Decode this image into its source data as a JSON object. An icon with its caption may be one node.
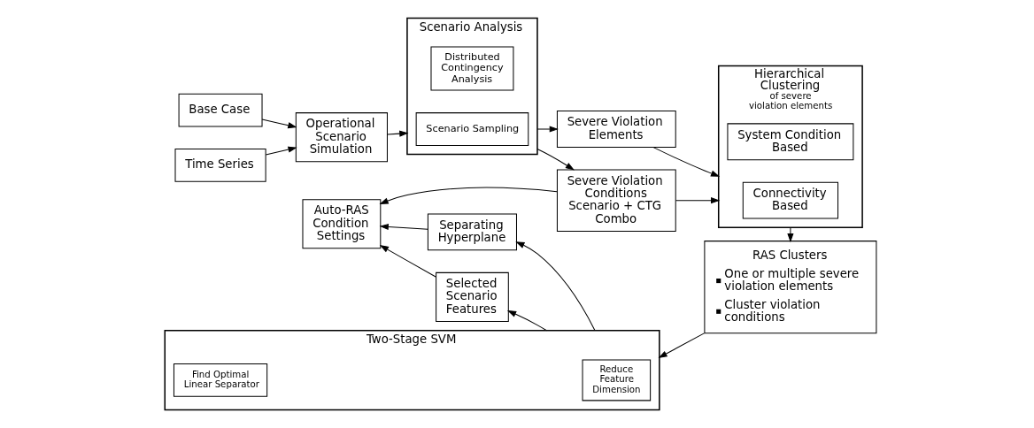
{
  "diagram": {
    "nodes": [
      {
        "text": [
          "Base Case"
        ]
      },
      {
        "text": [
          "Time Series"
        ]
      },
      {
        "text": [
          "Operational Scenario Simulation"
        ]
      },
      {
        "text": [
          "Scenario Analysis"
        ]
      },
      {
        "text": [
          "Scenario Sampling"
        ],
        "in": 3
      },
      {
        "text": [
          "Distributed Contingency Analysis"
        ],
        "in": 3
      },
      {
        "text": [
          "Severe Violation Elements"
        ]
      },
      {
        "text": [
          "Severe Violation Conditions",
          "Scenario + CTG Combo"
        ]
      },
      {
        "text": [
          "Hierarchical Clustering",
          "of severe violation elements"
        ]
      },
      {
        "text": [
          "Connectivity  Based"
        ],
        "in": 8
      },
      {
        "text": [
          "System Condition Based"
        ],
        "in": 8
      },
      {
        "text": [
          "RAS Clusters",
          "One or multiple severe violation elements",
          "Cluster violation conditions"
        ]
      },
      {
        "text": [
          "Two-Stage SVM"
        ]
      },
      {
        "text": [
          "Reduce Feature Dimension"
        ],
        "in": 12
      },
      {
        "text": [
          "Find Optimal Linear Separator"
        ],
        "in": 12
      },
      {
        "text": [
          "Separating Hyperplane"
        ]
      },
      {
        "text": [
          "Selected Scenario Features"
        ]
      },
      {
        "text": [
          "Auto-RAS Condition Settings"
        ]
      }
    ],
    "edges": [
      {
        "from": 0,
        "to": 2,
        "arrow": "to"
      },
      {
        "from": 1,
        "to": 2,
        "arrow": "to"
      },
      {
        "from": 2,
        "to": 3,
        "arrow": "to"
      },
      {
        "from": 3,
        "to": 6,
        "arrow": "to"
      },
      {
        "from": 3,
        "to": 7,
        "arrow": "to"
      },
      {
        "from": 6,
        "to": 8,
        "arrow": "to"
      },
      {
        "from": 7,
        "to": 8,
        "arrow": "to"
      },
      {
        "from": 7,
        "to": 17,
        "arrow": "to"
      },
      {
        "from": 8,
        "to": 11,
        "arrow": "to"
      },
      {
        "from": 11,
        "to": 12,
        "arrow": "to"
      },
      {
        "from": 12,
        "to": 15,
        "arrow": "to"
      },
      {
        "from": 12,
        "to": 16,
        "arrow": "to"
      },
      {
        "from": 15,
        "to": 17,
        "arrow": "to"
      },
      {
        "from": 16,
        "to": 17,
        "arrow": "to"
      }
    ]
  }
}
